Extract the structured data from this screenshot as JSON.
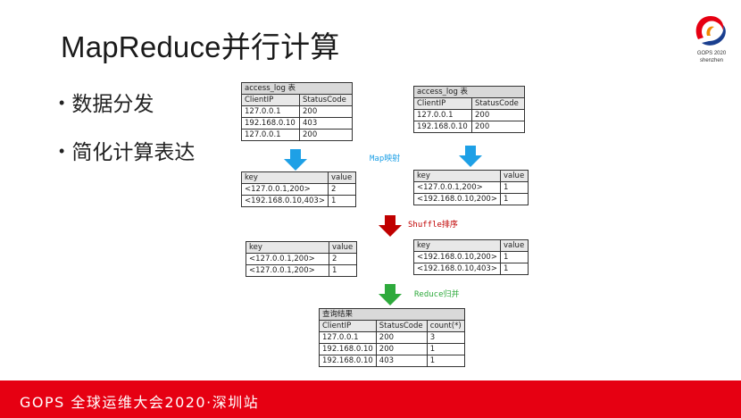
{
  "slide": {
    "title": "MapReduce并行计算",
    "bullets": [
      "数据分发",
      "简化计算表达"
    ],
    "logo_caption_1": "GOPS 2020",
    "logo_caption_2": "shenzhen",
    "footer": "GOPS 全球运维大会2020·深圳站"
  },
  "colors": {
    "footer": "#e60012",
    "map": "#1ea0e6",
    "shuffle": "#c00000",
    "reduce": "#2eaa3c"
  },
  "steps": {
    "map": "Map映射",
    "shuffle": "Shuffle排序",
    "reduce": "Reduce归并"
  },
  "tables": {
    "source_left": {
      "caption": "access_log 表",
      "headers": [
        "ClientIP",
        "StatusCode"
      ],
      "rows": [
        [
          "127.0.0.1",
          "200"
        ],
        [
          "192.168.0.10",
          "403"
        ],
        [
          "127.0.0.1",
          "200"
        ]
      ]
    },
    "source_right": {
      "caption": "access_log 表",
      "headers": [
        "ClientIP",
        "StatusCode"
      ],
      "rows": [
        [
          "127.0.0.1",
          "200"
        ],
        [
          "192.168.0.10",
          "200"
        ]
      ]
    },
    "map_left": {
      "headers": [
        "key",
        "value"
      ],
      "rows": [
        [
          "<127.0.0.1,200>",
          "2"
        ],
        [
          "<192.168.0.10,403>",
          "1"
        ]
      ]
    },
    "map_right": {
      "headers": [
        "key",
        "value"
      ],
      "rows": [
        [
          "<127.0.0.1,200>",
          "1"
        ],
        [
          "<192.168.0.10,200>",
          "1"
        ]
      ]
    },
    "shuffle_left": {
      "headers": [
        "key",
        "value"
      ],
      "rows": [
        [
          "<127.0.0.1,200>",
          "2"
        ],
        [
          "<127.0.0.1,200>",
          "1"
        ]
      ]
    },
    "shuffle_right": {
      "headers": [
        "key",
        "value"
      ],
      "rows": [
        [
          "<192.168.0.10,200>",
          "1"
        ],
        [
          "<192.168.0.10,403>",
          "1"
        ]
      ]
    },
    "result": {
      "caption": "查询结果",
      "headers": [
        "ClientIP",
        "StatusCode",
        "count(*)"
      ],
      "rows": [
        [
          "127.0.0.1",
          "200",
          "3"
        ],
        [
          "192.168.0.10",
          "200",
          "1"
        ],
        [
          "192.168.0.10",
          "403",
          "1"
        ]
      ]
    }
  }
}
